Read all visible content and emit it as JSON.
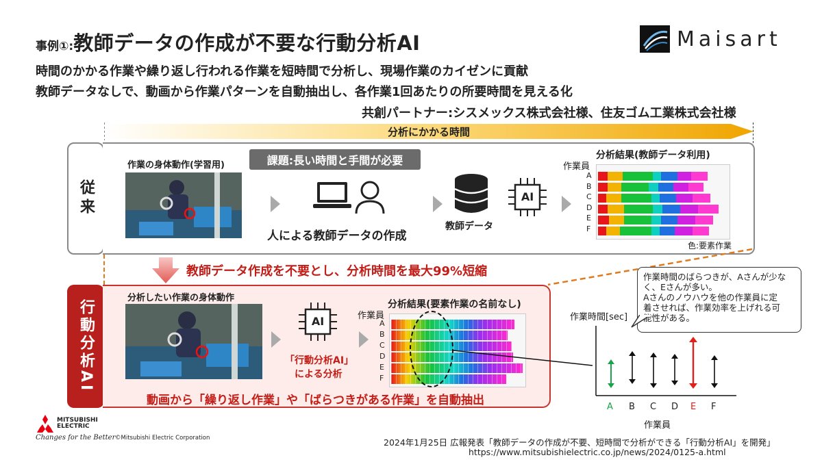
{
  "header": {
    "case_label": "事例①:",
    "title": "教師データの作成が不要な行動分析AI",
    "logo_text": "Maisart"
  },
  "description": {
    "line1": "時間のかかる作業や繰り返し行われる作業を短時間で分析し、現場作業のカイゼンに貢献",
    "line2": "教師データなしで、動画から作業パターンを自動抽出し、各作業1回あたりの所要時間を見える化",
    "partners": "共創パートナー:シスメックス株式会社様、住友ゴム工業株式会社様"
  },
  "timeline": {
    "label": "分析にかかる時間"
  },
  "conventional": {
    "side_label": "従来",
    "photo_caption": "作業の身体動作(学習用)",
    "issue_label": "課題:長い時間と手間が必要",
    "manual_label": "人による教師データの作成",
    "data_label": "教師データ",
    "ai_chip": "AI",
    "result_title": "分析結果(教師データ利用)",
    "worker_axis": "作業員",
    "workers": [
      "A",
      "B",
      "C",
      "D",
      "E",
      "F"
    ],
    "color_note": "色:要素作業"
  },
  "transition": {
    "message": "教師データ作成を不要とし、分析時間を最大99%短縮"
  },
  "behavior_ai": {
    "side_label": "行動分析AI",
    "photo_caption": "分析したい作業の身体動作",
    "ai_chip": "AI",
    "analysis_line1": "「行動分析AI」",
    "analysis_line2": "による分析",
    "result_title": "分析結果(要素作業の名前なし)",
    "worker_axis": "作業員",
    "workers": [
      "A",
      "B",
      "C",
      "D",
      "E",
      "F"
    ],
    "extract_message": "動画から「繰り返し作業」や「ばらつきがある作業」を自動抽出"
  },
  "variation_chart": {
    "callout_lines": [
      "作業時間のばらつきが、Aさんが少な",
      "く、Eさんが多い。",
      "Aさんのノウハウを他の作業員に定",
      "着させれば、作業効率を上げれる可",
      "能性がある。"
    ],
    "y_axis_label": "作業時間[sec]",
    "x_axis_label": "作業員",
    "workers": [
      "A",
      "B",
      "C",
      "D",
      "E",
      "F"
    ],
    "highlight_colors": {
      "A": "#1aa34a",
      "E": "#e0201a"
    }
  },
  "footer": {
    "brand_line1": "MITSUBISHI",
    "brand_line2": "ELECTRIC",
    "tagline": "Changes for the Better",
    "copyright": "©Mitsubishi Electric Corporation",
    "press": "2024年1月25日  広報発表「教師データの作成が不要、短時間で分析ができる「行動分析AI」を開発」",
    "url": "https://www.mitsubishielectric.co.jp/news/2024/0125-a.html"
  },
  "colors": {
    "accent_red": "#c21d17",
    "timeline_orange": "#f0a500",
    "dashed_orange": "#e07a1f"
  }
}
